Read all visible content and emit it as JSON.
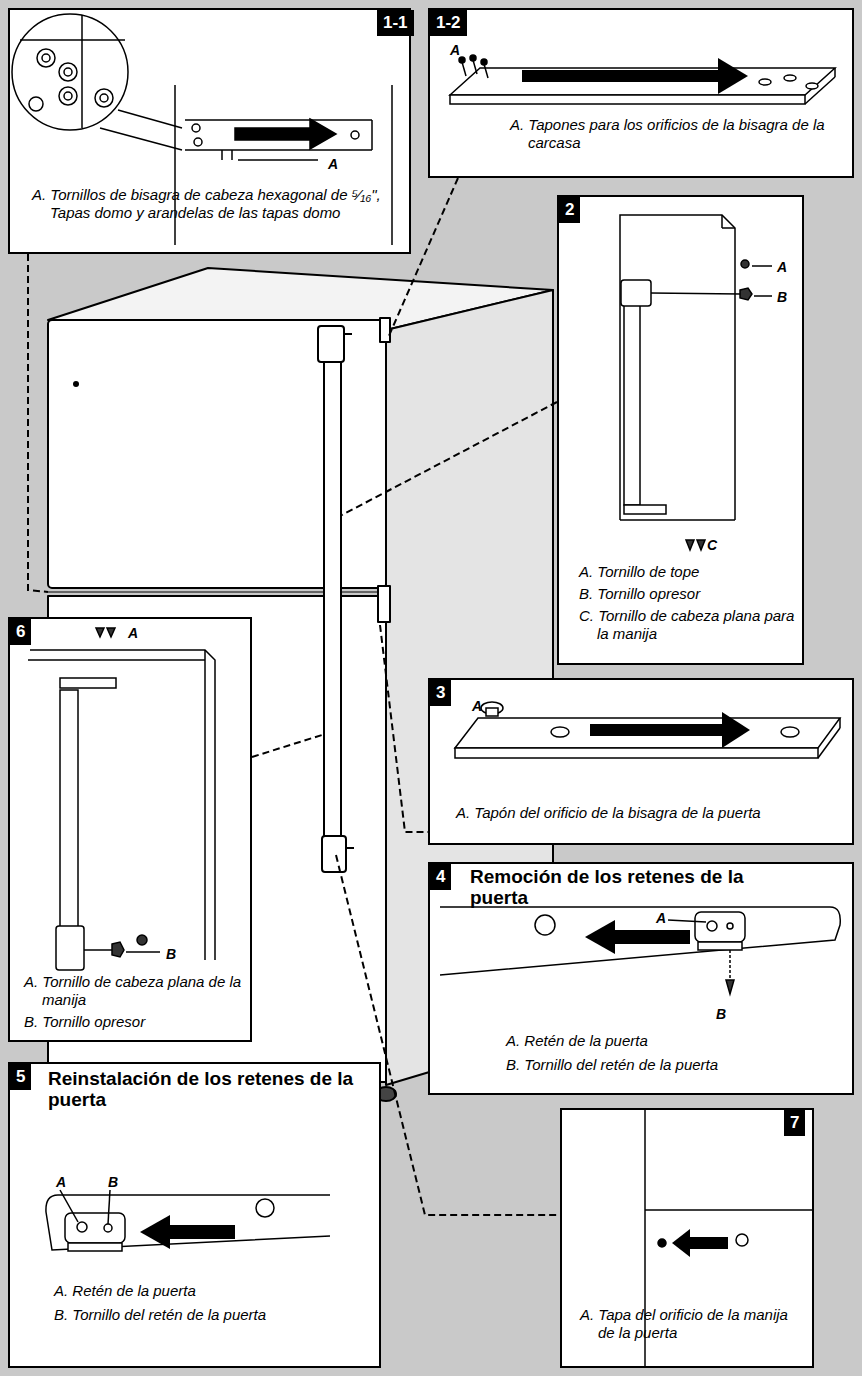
{
  "diagram": {
    "nodes": [
      {
        "text": [
          "1-1",
          "A",
          "A. Tornillos de bisagra de cabeza hexagonal de ⁵⁄₁₆\", Tapas domo y arandelas de las tapas domo"
        ]
      },
      {
        "text": [
          "1-2",
          "A",
          "A. Tapones para los orificios de la bisagra de la carcasa"
        ]
      },
      {
        "text": [
          "2",
          "A",
          "B",
          "C",
          "A. Tornillo de tope",
          "B. Tornillo opresor",
          "C. Tornillo de cabeza plana para la manija"
        ]
      },
      {
        "text": [
          "6",
          "A",
          "B",
          "A. Tornillo de cabeza plana de la manija",
          "B. Tornillo opresor"
        ]
      },
      {
        "text": [
          "3",
          "A",
          "A. Tapón del orificio de la bisagra de la puerta"
        ]
      },
      {
        "text": [
          "4",
          "Remoción de los retenes de la puerta",
          "A",
          "B",
          "A. Retén de la puerta",
          "B. Tornillo del retén de la puerta"
        ]
      },
      {
        "text": [
          "5",
          "Reinstalación de los retenes de la puerta",
          "A",
          "B",
          "A. Retén de la puerta",
          "B. Tornillo del retén de la puerta"
        ]
      },
      {
        "text": [
          "7",
          "A. Tapa del orificio de la manija de la puerta"
        ]
      }
    ]
  }
}
